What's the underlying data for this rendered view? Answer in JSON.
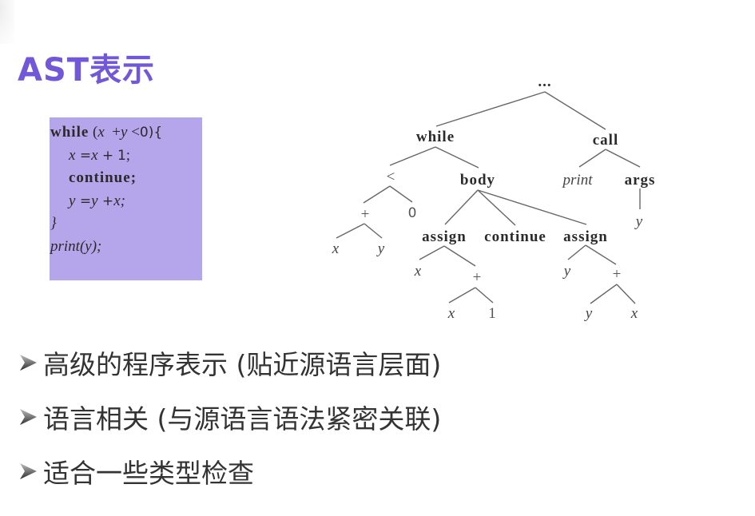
{
  "slide": {
    "title": "AST表示",
    "accent_color": "#7357d9",
    "code_box_color": "#b5a6ec"
  },
  "code": {
    "lines": [
      {
        "kw": "while",
        "rest_pre": " (",
        "v1": "x",
        "op1": "  +",
        "v2": "y",
        "op2": " <",
        "num": "0",
        "close": "){"
      },
      {
        "v1": "x",
        "op1": " =",
        "v2": "x",
        "op2": " +",
        "num": "1",
        "close": ";"
      },
      {
        "kw": "continue",
        "close": ";"
      },
      {
        "v1": "y",
        "op1": " =",
        "v2": "y",
        "op2": " +",
        "v3": "x",
        "close": ";"
      },
      {
        "text": "}"
      },
      {
        "text": "print(y);"
      }
    ]
  },
  "tree": {
    "root": "...",
    "while": "while",
    "call": "call",
    "lt": "<",
    "body": "body",
    "print": "print",
    "args": "args",
    "plus1": "+",
    "zero": "0",
    "assign1": "assign",
    "continue": "continue",
    "assign2": "assign",
    "args_y": "y",
    "plus1_x": "x",
    "plus1_y": "y",
    "assign1_x": "x",
    "plus2": "+",
    "assign2_y": "y",
    "plus3": "+",
    "plus2_x": "x",
    "plus2_1": "1",
    "plus3_y": "y",
    "plus3_x": "x"
  },
  "bullets": [
    {
      "text": "高级的程序表示 (贴近源语言层面)",
      "icon": "arrowhead-bullet-icon"
    },
    {
      "text": "语言相关 (与源语言语法紧密关联)",
      "icon": "arrowhead-bullet-icon"
    },
    {
      "text": "适合一些类型检查",
      "icon": "arrowhead-bullet-icon"
    }
  ]
}
